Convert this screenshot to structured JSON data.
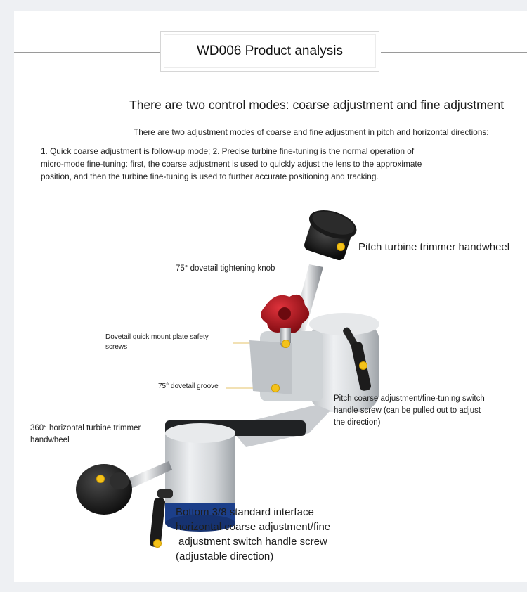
{
  "header": {
    "title": "WD006 Product analysis"
  },
  "subtitle": "There are two control modes: coarse adjustment and fine adjustment",
  "tagline": "There are two adjustment modes of coarse and fine adjustment in pitch and horizontal directions:",
  "description_lines": [
    "1. Quick coarse adjustment is follow-up mode; 2. Precise turbine fine-tuning is the normal operation of",
    "micro-mode fine-tuning: first, the coarse adjustment is used to quickly adjust the lens to the approximate",
    "position, and then the turbine fine-tuning is used to further accurate positioning and tracking."
  ],
  "labels": {
    "pitch_handwheel": "Pitch turbine trimmer handwheel",
    "dovetail_knob": "75° dovetail tightening knob",
    "safety_screws_1": "Dovetail quick mount plate safety",
    "safety_screws_2": "screws",
    "dovetail_groove": "75° dovetail groove",
    "pitch_switch_1": "Pitch coarse adjustment/fine-tuning switch",
    "pitch_switch_2": "handle screw (can be pulled out to adjust",
    "pitch_switch_3": "the direction)",
    "horizontal_handwheel_1": "360° horizontal turbine trimmer",
    "horizontal_handwheel_2": "handwheel",
    "bottom_1": "Bottom 3/8 standard interface",
    "bottom_2": "horizontal coarse adjustment/fine",
    "bottom_3": "adjustment switch handle screw",
    "bottom_4": "(adjustable direction)"
  },
  "colors": {
    "marker": "#f4c21a",
    "body": "#d7dadd",
    "knob_red": "#b3121c",
    "base_blue": "#1c3f8a"
  }
}
